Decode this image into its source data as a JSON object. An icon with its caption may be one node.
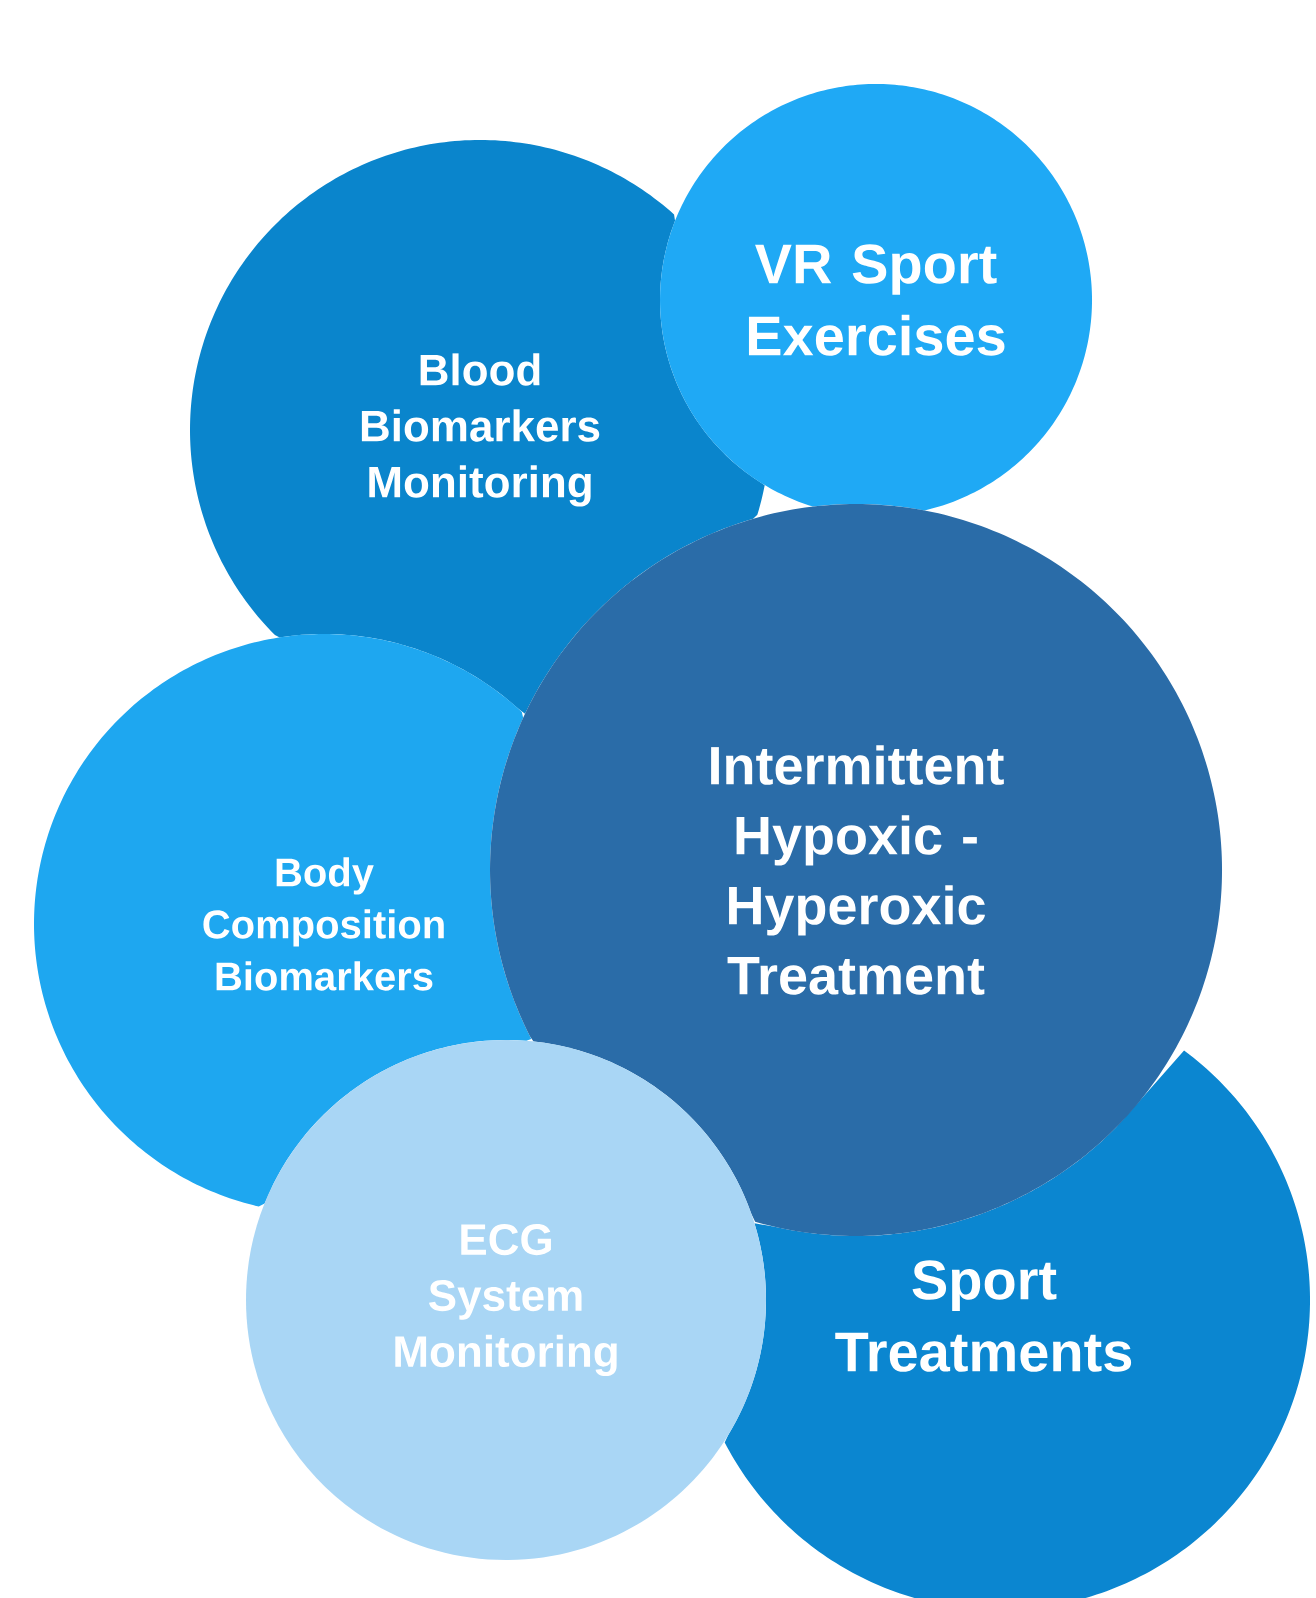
{
  "diagram": {
    "nodes": [
      {
        "text": [
          "VR Sport Exercises"
        ]
      },
      {
        "text": [
          "Blood Biomarkers Monitoring"
        ]
      },
      {
        "text": [
          "Intermittent Hypoxic - Hyperoxic Treatment"
        ]
      },
      {
        "text": [
          "Body Composition Biomarkers"
        ]
      },
      {
        "text": [
          "Sport Treatments"
        ]
      },
      {
        "text": [
          "ECG System Monitoring"
        ]
      }
    ]
  }
}
